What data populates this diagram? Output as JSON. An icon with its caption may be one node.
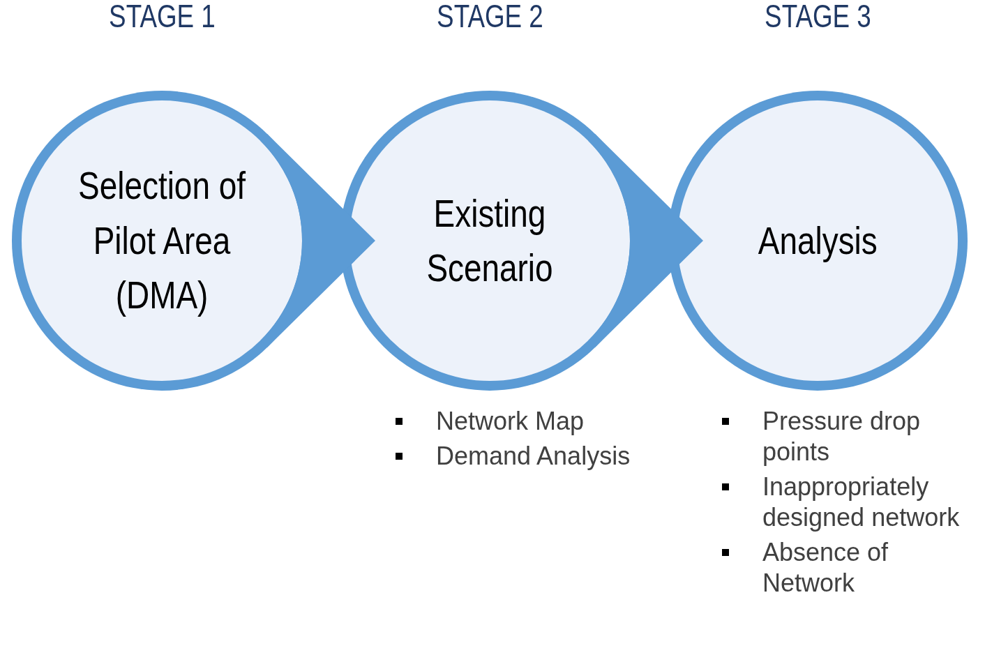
{
  "diagram": {
    "nodes": [
      {
        "text": [
          "STAGE 1",
          "Selection of Pilot Area (DMA)"
        ]
      },
      {
        "text": [
          "STAGE 2",
          "Existing Scenario"
        ],
        "beside": [
          "Network Map",
          "Demand Analysis"
        ]
      },
      {
        "text": [
          "STAGE 3",
          "Analysis"
        ],
        "beside": [
          "Pressure drop points",
          "Inappropriately designed network",
          "Absence of Network"
        ]
      }
    ],
    "edges": [
      {
        "from": 0,
        "to": 1,
        "arrow": "to"
      },
      {
        "from": 1,
        "to": 2,
        "arrow": "to"
      }
    ]
  }
}
